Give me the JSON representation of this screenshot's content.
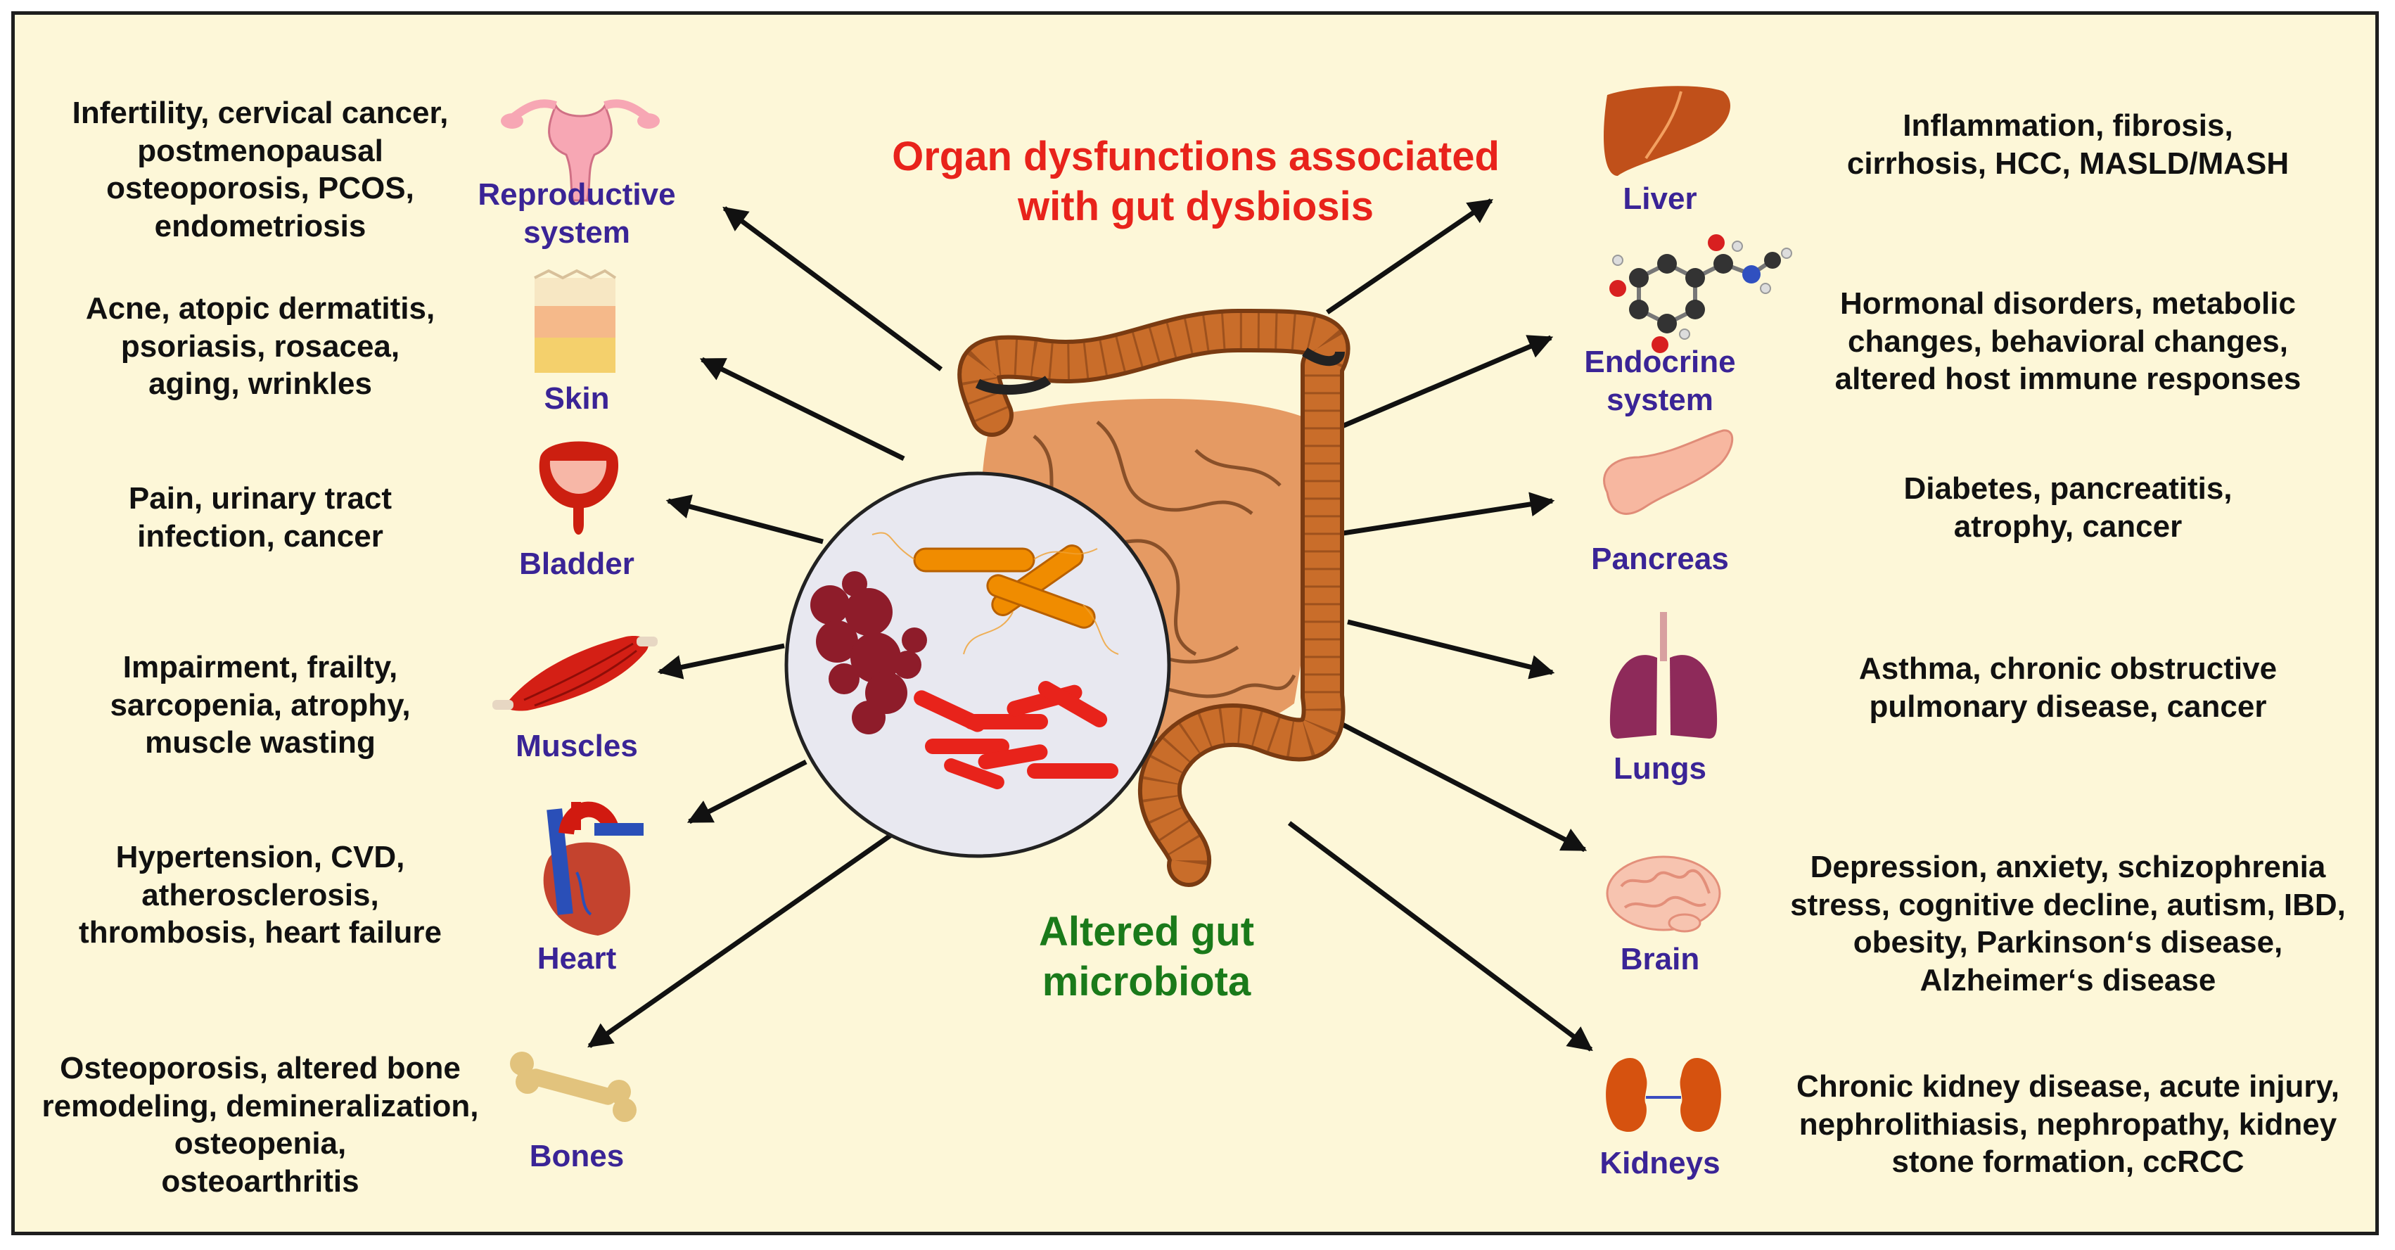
{
  "title": "Organ dysfunctions associated\nwith gut dysbiosis",
  "center_label": "Altered gut\nmicrobiota",
  "colors": {
    "title": "#e8231b",
    "center": "#1a7a1a",
    "organ": "#3a2496",
    "text": "#111111",
    "background": "#fdf7d8"
  },
  "left": [
    {
      "organ": "Reproductive\nsystem",
      "icon": "uterus-icon",
      "desc": "Infertility, cervical cancer,\npostmenopausal\nosteoporosis, PCOS,\nendometriosis"
    },
    {
      "organ": "Skin",
      "icon": "skin-icon",
      "desc": "Acne, atopic dermatitis,\npsoriasis, rosacea,\naging, wrinkles"
    },
    {
      "organ": "Bladder",
      "icon": "bladder-icon",
      "desc": "Pain, urinary tract\ninfection, cancer"
    },
    {
      "organ": "Muscles",
      "icon": "muscle-icon",
      "desc": "Impairment, frailty,\nsarcopenia, atrophy,\nmuscle wasting"
    },
    {
      "organ": "Heart",
      "icon": "heart-icon",
      "desc": "Hypertension, CVD,\natherosclerosis,\nthrombosis, heart failure"
    },
    {
      "organ": "Bones",
      "icon": "bone-icon",
      "desc": "Osteoporosis, altered bone\nremodeling, demineralization,\nosteopenia,\nosteoarthritis"
    }
  ],
  "right": [
    {
      "organ": "Liver",
      "icon": "liver-icon",
      "desc": "Inflammation, fibrosis,\ncirrhosis, HCC, MASLD/MASH"
    },
    {
      "organ": "Endocrine\nsystem",
      "icon": "hormone-molecule-icon",
      "desc": "Hormonal disorders, metabolic\nchanges, behavioral changes,\naltered host immune responses"
    },
    {
      "organ": "Pancreas",
      "icon": "pancreas-icon",
      "desc": "Diabetes, pancreatitis,\natrophy, cancer"
    },
    {
      "organ": "Lungs",
      "icon": "lungs-icon",
      "desc": "Asthma, chronic obstructive\npulmonary disease, cancer"
    },
    {
      "organ": "Brain",
      "icon": "brain-icon",
      "desc": "Depression, anxiety, schizophrenia\nstress, cognitive decline, autism, IBD,\nobesity, Parkinson‘s disease,\nAlzheimer‘s disease"
    },
    {
      "organ": "Kidneys",
      "icon": "kidneys-icon",
      "desc": "Chronic kidney disease, acute injury,\nnephrolithiasis, nephropathy, kidney\nstone formation, ccRCC"
    }
  ]
}
